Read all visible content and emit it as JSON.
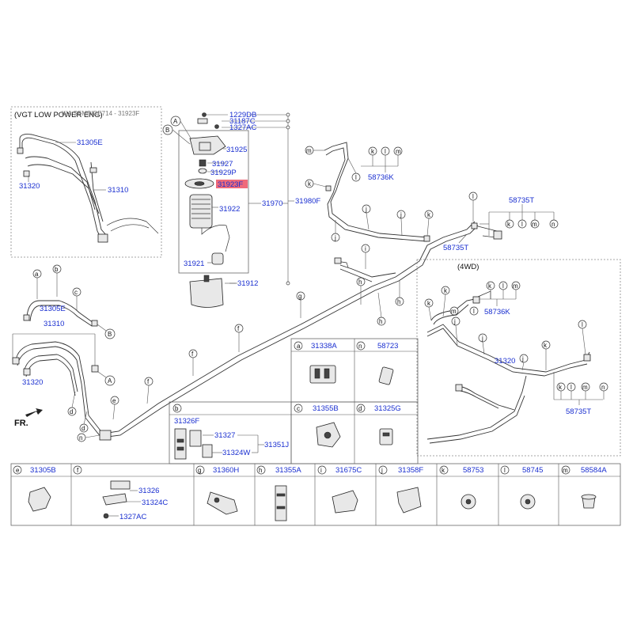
{
  "header": {
    "variant_label": "(VGT LOW POWER ENG)",
    "faint_ref": "KIA SEMBIDE714 - 31923F"
  },
  "labels": {
    "p1229DB": "1229DB",
    "p31187C": "31187C",
    "p1327AC": "1327AC",
    "p31925": "31925",
    "p31927": "31927",
    "p31929P": "31929P",
    "p31923F": "31923F",
    "p31922": "31922",
    "p31970": "31970",
    "p31980F": "31980F",
    "p31921": "31921",
    "p31912": "31912",
    "p31305E_top": "31305E",
    "p31320_top": "31320",
    "p31310_top": "31310",
    "p31305E_mid": "31305E",
    "p31310_mid": "31310",
    "p31320_mid": "31320",
    "p58736K_top": "58736K",
    "p58735T_a": "58735T",
    "p58735T_b": "58735T",
    "p58736K_4wd": "58736K",
    "p31320_4wd": "31320",
    "p58735T_4wd": "58735T",
    "wd_label": "(4WD)",
    "fr_label": "FR.",
    "p31327": "31327",
    "p31351J": "31351J",
    "p31324W": "31324W",
    "p31326F": "31326F",
    "p31326": "31326",
    "p31324C": "31324C",
    "p1327AC_f": "1327AC"
  },
  "letters": {
    "A": "A",
    "B": "B",
    "a": "a",
    "b": "b",
    "c": "c",
    "d": "d",
    "e": "e",
    "f": "f",
    "g": "g",
    "h": "h",
    "i": "i",
    "j": "j",
    "k": "k",
    "l": "l",
    "m": "m",
    "n": "n"
  },
  "legend_cells": [
    {
      "letter": "a",
      "part": "31338A"
    },
    {
      "letter": "n",
      "part": "58723"
    },
    {
      "letter": "b",
      "part": ""
    },
    {
      "letter": "c",
      "part": "31355B"
    },
    {
      "letter": "d",
      "part": "31325G"
    },
    {
      "letter": "e",
      "part": "31305B"
    },
    {
      "letter": "f",
      "part": ""
    },
    {
      "letter": "g",
      "part": "31360H"
    },
    {
      "letter": "h",
      "part": "31355A"
    },
    {
      "letter": "i",
      "part": "31675C"
    },
    {
      "letter": "j",
      "part": "31358F"
    },
    {
      "letter": "k",
      "part": "58753"
    },
    {
      "letter": "l",
      "part": "58745"
    },
    {
      "letter": "m",
      "part": "58584A"
    }
  ]
}
